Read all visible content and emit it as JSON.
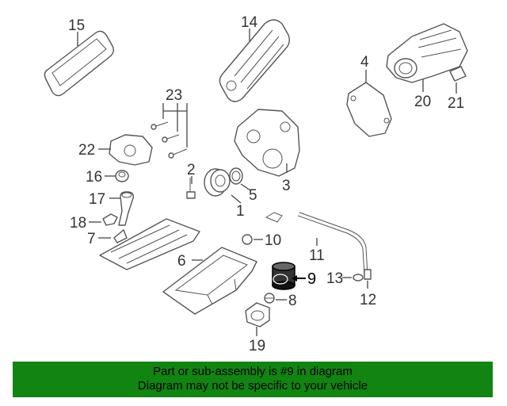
{
  "callouts": {
    "c1": "1",
    "c2": "2",
    "c3": "3",
    "c4": "4",
    "c5": "5",
    "c6": "6",
    "c7": "7",
    "c8": "8",
    "c9": "9",
    "c10": "10",
    "c11": "11",
    "c12": "12",
    "c13": "13",
    "c14": "14",
    "c15": "15",
    "c16": "16",
    "c17": "17",
    "c18": "18",
    "c19": "19",
    "c20": "20",
    "c21": "21",
    "c22": "22",
    "c23": "23"
  },
  "highlighted_part": "9",
  "banner": {
    "line1": "Part or sub-assembly is #9 in diagram",
    "line2": "Diagram may not be specific to your vehicle"
  },
  "colors": {
    "banner_bg": "#118412",
    "line": "#555555"
  }
}
